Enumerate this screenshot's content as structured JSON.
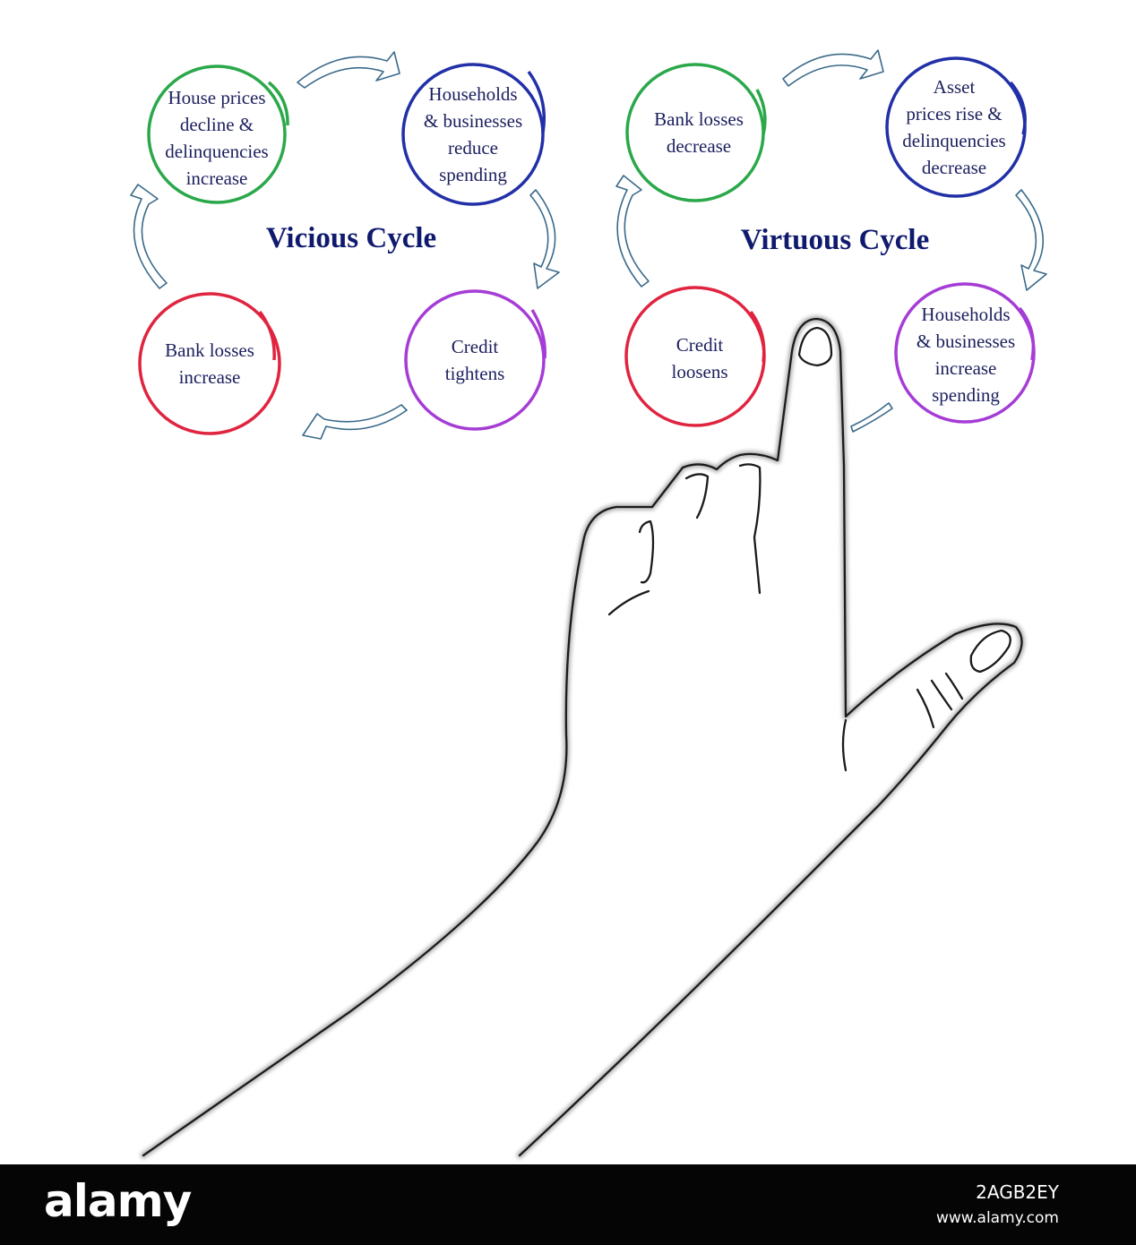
{
  "colors": {
    "green": "#2aa84a",
    "blue": "#2230a8",
    "red": "#e02440",
    "purple": "#a53cd6",
    "arrow": "#3b6a8a",
    "title": "#0f1a6e"
  },
  "vicious": {
    "title": "Vicious Cycle",
    "nodes": [
      {
        "label": "House prices\ndecline &\ndelinquencies\nincrease",
        "color": "green"
      },
      {
        "label": "Households\n& businesses\nreduce\nspending",
        "color": "blue"
      },
      {
        "label": "Credit\ntightens",
        "color": "purple"
      },
      {
        "label": "Bank losses\nincrease",
        "color": "red"
      }
    ]
  },
  "virtuous": {
    "title": "Virtuous Cycle",
    "nodes": [
      {
        "label": "Bank losses\ndecrease",
        "color": "green"
      },
      {
        "label": "Asset\nprices rise &\ndelinquencies\ndecrease",
        "color": "blue"
      },
      {
        "label": "Households\n& businesses\nincrease\nspending",
        "color": "purple"
      },
      {
        "label": "Credit\nloosens",
        "color": "red"
      }
    ]
  },
  "illustration": {
    "icon": "pointing-hand-icon"
  },
  "footer": {
    "logo": "alamy",
    "image_id": "2AGB2EY",
    "url": "www.alamy.com"
  }
}
